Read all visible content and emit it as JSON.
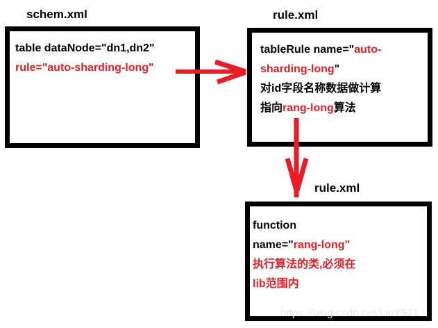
{
  "colors": {
    "red": "#ed1c24",
    "black": "#000000",
    "watermark": "#e7e7e7"
  },
  "icons": {
    "arrow_right": "red horizontal arrow pointing right",
    "arrow_down": "red vertical arrow pointing down"
  },
  "schem_box": {
    "title": "schem.xml",
    "line1": "table dataNode=\"dn1,dn2\"",
    "line2": "rule=\"auto-sharding-long\""
  },
  "rule_box": {
    "title": "rule.xml",
    "line1_black": "tableRule name=\"",
    "line1_red": "auto-",
    "line2_red": "sharding-long",
    "line2_black": "\"",
    "line3": "对id字段名称数据做计算",
    "line4_pre": "指向",
    "line4_red": "rang-long",
    "line4_post": "算法"
  },
  "function_box": {
    "title": "rule.xml",
    "line1": "function",
    "line2_black": "name=\"",
    "line2_red": "rang-long\"",
    "line3": "执行算法的类,必须在",
    "line4": "lib范围内"
  },
  "watermark": "https://blog.csdn.net/LiuY521"
}
